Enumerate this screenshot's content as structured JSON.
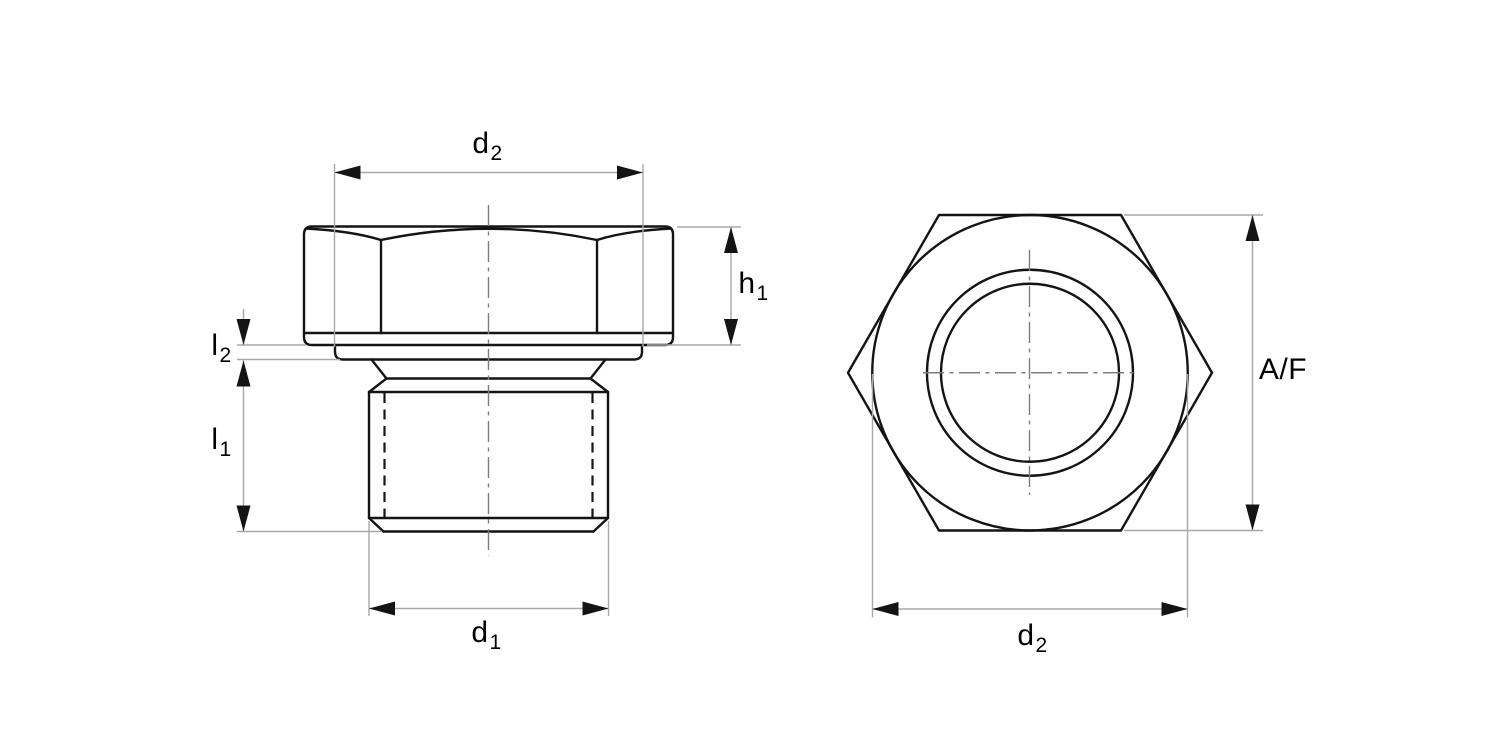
{
  "drawing": {
    "colors": {
      "page_bg": "#ffffff",
      "outline": "#141414",
      "dimension": "#a8a8a8",
      "centerline": "#7d7d7d",
      "arrowhead": "#141414",
      "label": "#000000"
    },
    "labels": {
      "d2_head": {
        "base": "d",
        "sub": "2"
      },
      "h1": {
        "base": "h",
        "sub": "1"
      },
      "l2": {
        "base": "l",
        "sub": "2"
      },
      "l1": {
        "base": "l",
        "sub": "1"
      },
      "d1": {
        "base": "d",
        "sub": "1"
      },
      "af": {
        "base": "A/F",
        "sub": ""
      },
      "d2_end": {
        "base": "d",
        "sub": "2"
      }
    }
  }
}
